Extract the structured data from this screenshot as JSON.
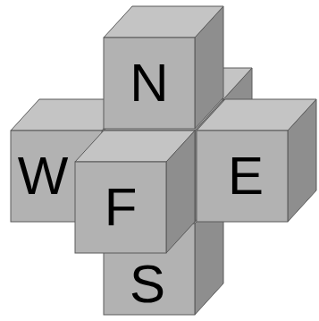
{
  "diagram": {
    "nodes": [
      {
        "text": [
          "N"
        ]
      },
      {
        "text": [
          "W"
        ]
      },
      {
        "text": [
          "F"
        ]
      },
      {
        "text": [
          "E"
        ]
      },
      {
        "text": [
          "S"
        ]
      }
    ]
  }
}
